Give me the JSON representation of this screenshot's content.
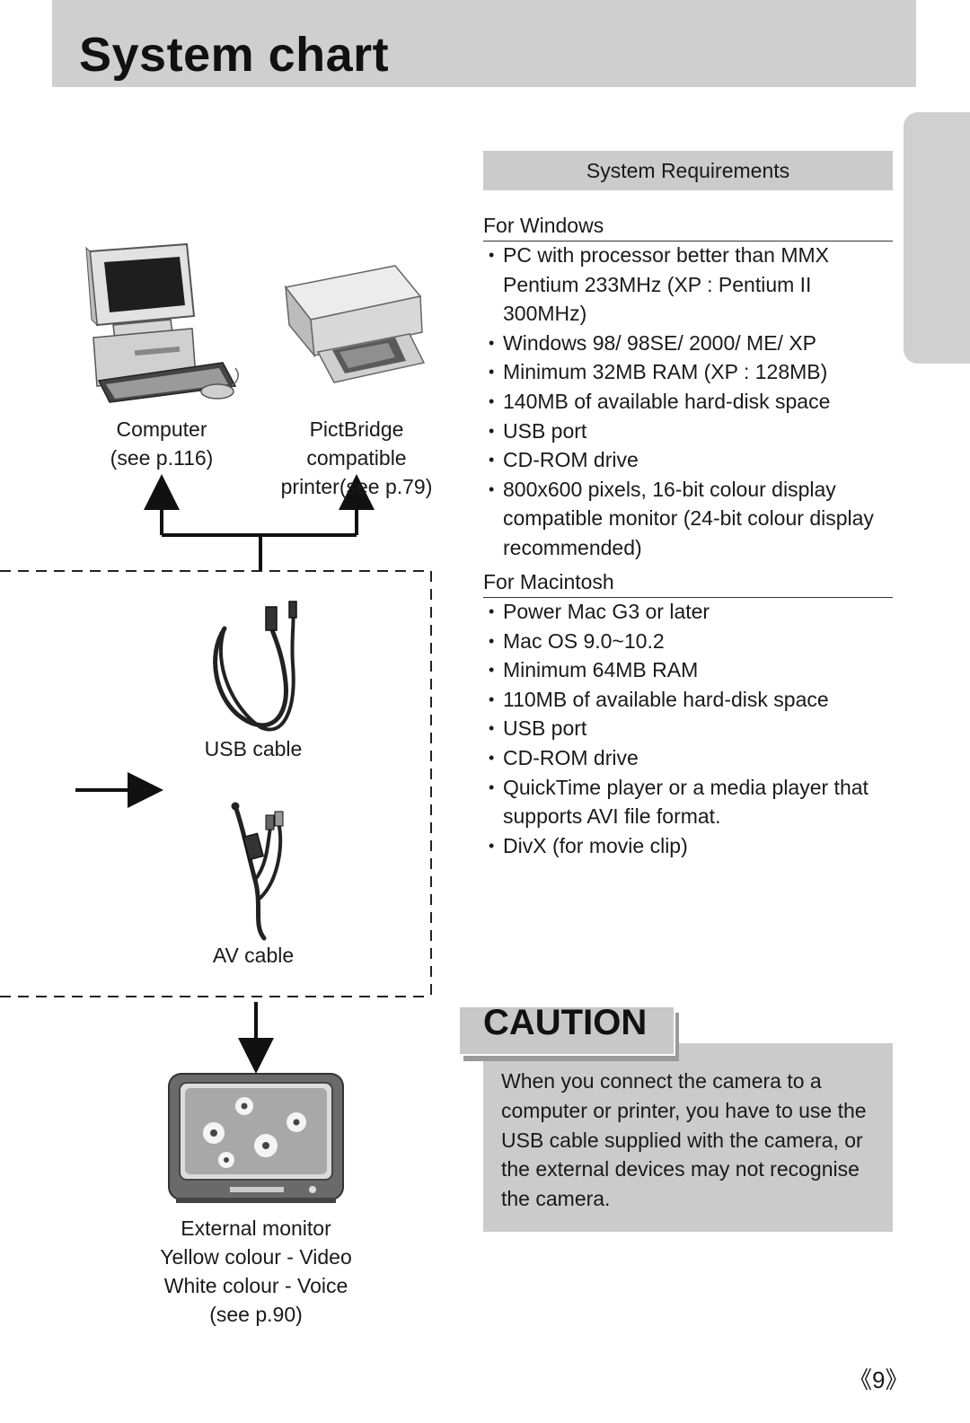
{
  "page": {
    "title": "System chart",
    "page_number": "《9》"
  },
  "devices": {
    "computer": {
      "line1": "Computer",
      "line2": "(see p.116)"
    },
    "printer": {
      "line1": "PictBridge compatible",
      "line2": "printer(see p.79)"
    },
    "usb_cable": {
      "label": "USB cable"
    },
    "av_cable": {
      "label": "AV cable"
    },
    "monitor": {
      "line1": "External monitor",
      "line2": "Yellow colour - Video",
      "line3": "White colour - Voice",
      "line4": "(see p.90)"
    }
  },
  "requirements": {
    "title": "System Requirements",
    "windows": {
      "heading": "For Windows",
      "items": [
        "PC with processor better than MMX Pentium 233MHz (XP : Pentium II 300MHz)",
        "Windows 98/ 98SE/ 2000/ ME/ XP",
        "Minimum 32MB RAM (XP : 128MB)",
        "140MB of available hard-disk space",
        "USB port",
        "CD-ROM drive",
        "800x600 pixels, 16-bit colour display compatible monitor (24-bit colour display recommended)"
      ]
    },
    "mac": {
      "heading": "For Macintosh",
      "items": [
        "Power Mac G3 or later",
        "Mac OS 9.0~10.2",
        "Minimum 64MB RAM",
        "110MB of available hard-disk space",
        "USB port",
        "CD-ROM drive",
        "QuickTime player or a media player that supports AVI file format.",
        "DivX (for movie clip)"
      ]
    }
  },
  "caution": {
    "heading": "CAUTION",
    "text": "When you connect the camera to a computer or printer, you have to use the USB cable supplied with the camera, or the external devices may not recognise the camera."
  }
}
